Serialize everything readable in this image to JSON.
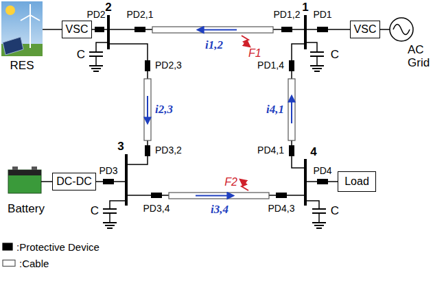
{
  "diagram": {
    "nodes": [
      {
        "text": [
          "VSC"
        ]
      },
      {
        "text": [
          "VSC"
        ]
      },
      {
        "text": [
          "DC-DC"
        ]
      },
      {
        "text": [
          "Load"
        ]
      }
    ],
    "labels": [
      "RES",
      "2",
      "1",
      "PD2",
      "PD2,1",
      "PD1,2",
      "PD1",
      "i1,2",
      "F1",
      "AC Grid",
      "C",
      "C",
      "PD2,3",
      "i2,3",
      "PD1,4",
      "i4,1",
      "3",
      "4",
      "PD3,2",
      "PD4,1",
      "PD3",
      "PD4",
      "F2",
      "Battery",
      "C",
      "C",
      "PD3,4",
      "i3,4",
      "PD4,3"
    ],
    "legend": [
      {
        "text": ":Protective Device"
      },
      {
        "text": ":Cable"
      }
    ]
  }
}
